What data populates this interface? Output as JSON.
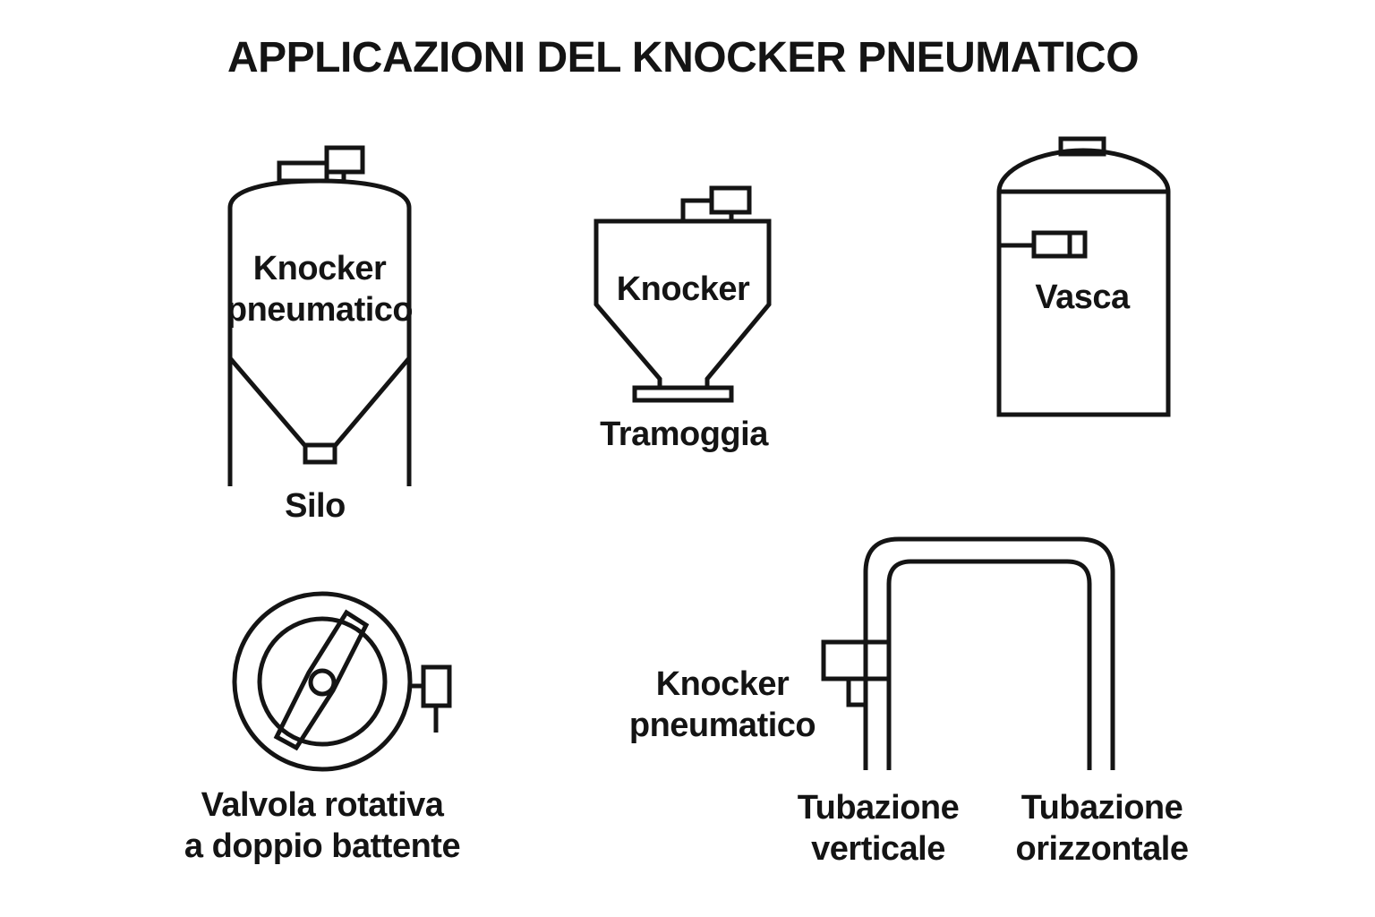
{
  "title": "APPLICAZIONI DEL KNOCKER PNEUMATICO",
  "colors": {
    "ink": "#141414",
    "background": "#ffffff"
  },
  "silo": {
    "label_line1": "Knocker",
    "label_line2": "pneumatico",
    "caption": "Silo"
  },
  "tramoggia": {
    "label": "Knocker",
    "caption": "Tramoggia"
  },
  "vasca": {
    "label": "Vasca"
  },
  "valvola_rotativa": {
    "caption_line1": "Valvola rotativa",
    "caption_line2": "a doppio battente"
  },
  "tubazione": {
    "knocker_label_line1": "Knocker",
    "knocker_label_line2": "pneumatico",
    "vertical_caption_line1": "Tubazione",
    "vertical_caption_line2": "verticale",
    "horizontal_caption_line1": "Tubazione",
    "horizontal_caption_line2": "orizzontale"
  }
}
